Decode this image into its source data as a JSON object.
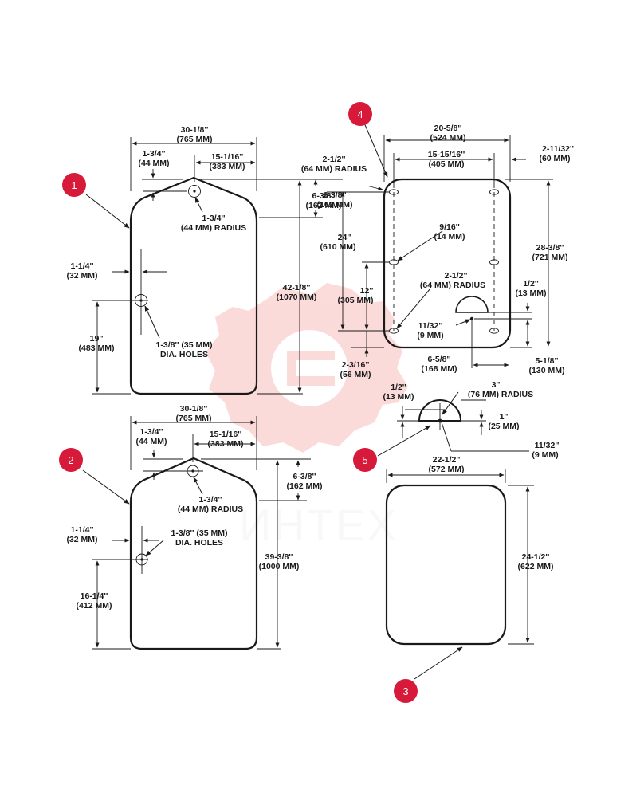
{
  "watermark": {
    "text": "ИНТЕХ",
    "color": "#f05a5a"
  },
  "badge_color": "#d7193a",
  "badges": [
    "1",
    "2",
    "3",
    "4",
    "5"
  ],
  "panel1": {
    "width": [
      "30-1/8''",
      "(765 MM)"
    ],
    "hole_offset": [
      "1-3/4''",
      "(44 MM)"
    ],
    "hole_to_side": [
      "15-1/16''",
      "(383 MM)"
    ],
    "corner_radius": [
      "1-3/4''",
      "(44 MM) RADIUS"
    ],
    "left_inset": [
      "1-1/4''",
      "(32 MM)"
    ],
    "hole_size": [
      "1-3/8'' (35 MM)",
      "DIA. HOLES"
    ],
    "hole_height": [
      "19''",
      "(483 MM)"
    ],
    "chamfer_drop": [
      "6-3/8''",
      "(162 MM)"
    ],
    "height": [
      "42-1/8''",
      "(1070 MM)"
    ]
  },
  "panel2": {
    "width": [
      "30-1/8''",
      "(765 MM)"
    ],
    "hole_offset": [
      "1-3/4''",
      "(44 MM)"
    ],
    "hole_to_side": [
      "15-1/16''",
      "(383 MM)"
    ],
    "chamfer_drop": [
      "6-3/8''",
      "(162 MM)"
    ],
    "corner_radius": [
      "1-3/4''",
      "(44 MM) RADIUS"
    ],
    "left_inset": [
      "1-1/4''",
      "(32 MM)"
    ],
    "hole_size": [
      "1-3/8'' (35 MM)",
      "DIA. HOLES"
    ],
    "height": [
      "39-3/8''",
      "(1000 MM)"
    ],
    "hole_height": [
      "16-1/4''",
      "(412 MM)"
    ]
  },
  "panel3": {
    "width": [
      "22-1/2''",
      "(572 MM)"
    ],
    "height": [
      "24-1/2''",
      "(622 MM)"
    ]
  },
  "panel4": {
    "width": [
      "20-5/8''",
      "(524 MM)"
    ],
    "hole_span": [
      "15-15/16''",
      "(405 MM)"
    ],
    "right_inset": [
      "2-11/32''",
      "(60 MM)"
    ],
    "corner_radius": [
      "2-1/2''",
      "(64 MM) RADIUS"
    ],
    "top_slot_drop": [
      "6-3/8''",
      "(162 MM)"
    ],
    "slot_size": [
      "9/16''",
      "(14 MM)"
    ],
    "slot_spacing": [
      "24''",
      "(610 MM)"
    ],
    "height": [
      "28-3/8''",
      "(721 MM)"
    ],
    "notch_radius": [
      "2-1/2''",
      "(64 MM) RADIUS"
    ],
    "lower_spacing": [
      "12''",
      "(305 MM)"
    ],
    "notch_offset": [
      "1/2''",
      "(13 MM)"
    ],
    "notch_hole": [
      "11/32''",
      "(9 MM)"
    ],
    "bottom_margin": [
      "2-3/16''",
      "(56 MM)"
    ],
    "notch_to_side": [
      "6-5/8''",
      "(168 MM)"
    ],
    "notch_from_bottom": [
      "5-1/8''",
      "(130 MM)"
    ]
  },
  "detail5": {
    "offset": [
      "1/2''",
      "(13 MM)"
    ],
    "radius": [
      "3''",
      "(76 MM) RADIUS"
    ],
    "depth": [
      "1''",
      "(25 MM)"
    ],
    "hole": [
      "11/32''",
      "(9 MM)"
    ]
  }
}
